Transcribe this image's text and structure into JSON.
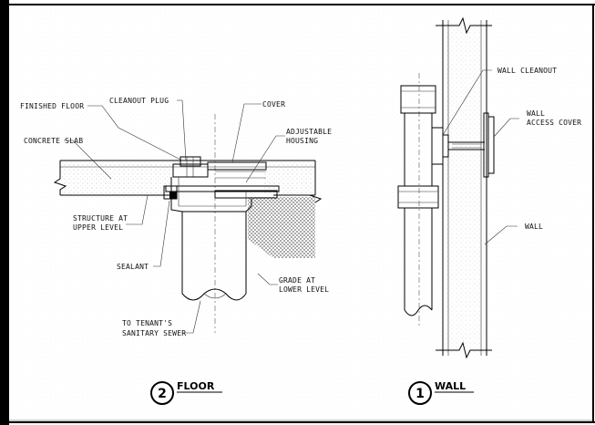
{
  "floor_detail": {
    "labels": {
      "finished_floor": "FINISHED FLOOR",
      "cleanout_plug": "CLEANOUT PLUG",
      "cover": "COVER",
      "concrete_slab": "CONCRETE SLAB",
      "adjustable_housing_1": "ADJUSTABLE",
      "adjustable_housing_2": "HOUSING",
      "structure_1": "STRUCTURE AT",
      "structure_2": "UPPER LEVEL",
      "sealant": "SEALANT",
      "grade_1": "GRADE AT",
      "grade_2": "LOWER LEVEL",
      "sewer_1": "TO TENANT'S",
      "sewer_2": "SANITARY SEWER"
    },
    "number": "2",
    "title": "FLOOR"
  },
  "wall_detail": {
    "labels": {
      "wall_cleanout": "WALL CLEANOUT",
      "access_cover_1": "WALL",
      "access_cover_2": "ACCESS COVER",
      "wall": "WALL"
    },
    "number": "1",
    "title": "WALL"
  }
}
